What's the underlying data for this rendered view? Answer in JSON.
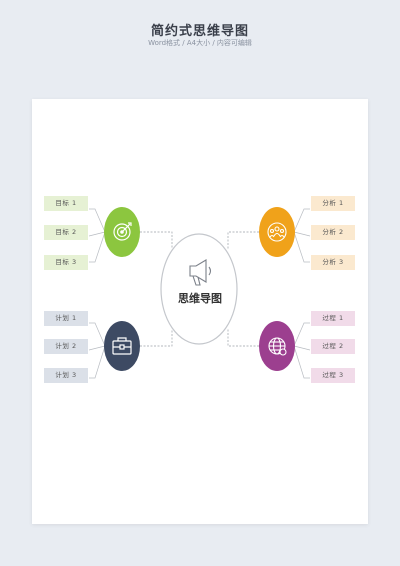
{
  "header": {
    "title": "简约式思维导图",
    "subtitle": "Word格式 / A4大小 / 内容可编辑"
  },
  "mindmap": {
    "center_label": "思维导图",
    "branches": [
      {
        "id": "goal",
        "icon": "target-icon",
        "color": "#8cc63f",
        "box_color": "#e6f1d4",
        "items": [
          "目标 1",
          "目标 2",
          "目标 3"
        ]
      },
      {
        "id": "plan",
        "icon": "briefcase-icon",
        "color": "#3d4a63",
        "box_color": "#dbe0e8",
        "items": [
          "计划 1",
          "计划 2",
          "计划 3"
        ]
      },
      {
        "id": "analysis",
        "icon": "team-icon",
        "color": "#f0a21a",
        "box_color": "#fbe9cf",
        "items": [
          "分析 1",
          "分析 2",
          "分析 3"
        ]
      },
      {
        "id": "process",
        "icon": "globe-gear-icon",
        "color": "#9c3f8f",
        "box_color": "#f1dbe9",
        "items": [
          "过程 1",
          "过程 2",
          "过程 3"
        ]
      }
    ]
  }
}
